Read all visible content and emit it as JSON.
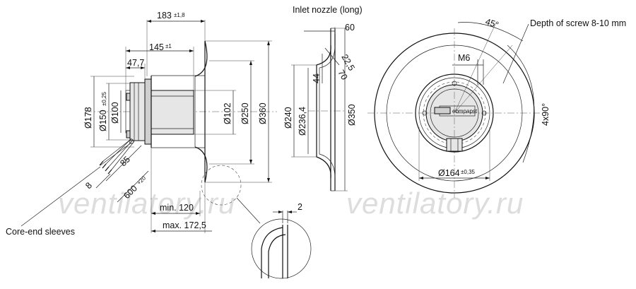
{
  "labels": {
    "w183": "183",
    "w183_tol": "±1,8",
    "w145": "145",
    "w145_tol": "±1",
    "w477": "47,7",
    "d178": "Ø178",
    "d150": "Ø150",
    "d150_tol": "±0,25",
    "d100": "Ø100",
    "d102": "Ø102",
    "d250": "Ø250",
    "d360": "Ø360",
    "l85": "85",
    "l8": "8",
    "l600": "600",
    "l600_tol": "+20",
    "min120": "min. 120",
    "max1725": "max. 172,5",
    "core_end": "Core-end sleeves",
    "inlet_title": "Inlet nozzle (long)",
    "n60": "60",
    "n44": "44",
    "n225": "22,5",
    "n70": "70",
    "d240": "Ø240",
    "d2364": "Ø236,4",
    "d350": "Ø350",
    "detail2": "2",
    "a45": "45°",
    "screw_depth": "Depth of screw 8-10 mm",
    "m6": "M6",
    "a4x90": "4x90°",
    "d164": "Ø164",
    "d164_tol": "±0,35",
    "brand": "ebmpapst",
    "watermark1": "ventilatory.ru",
    "watermark2": "ventilatory.ru"
  }
}
